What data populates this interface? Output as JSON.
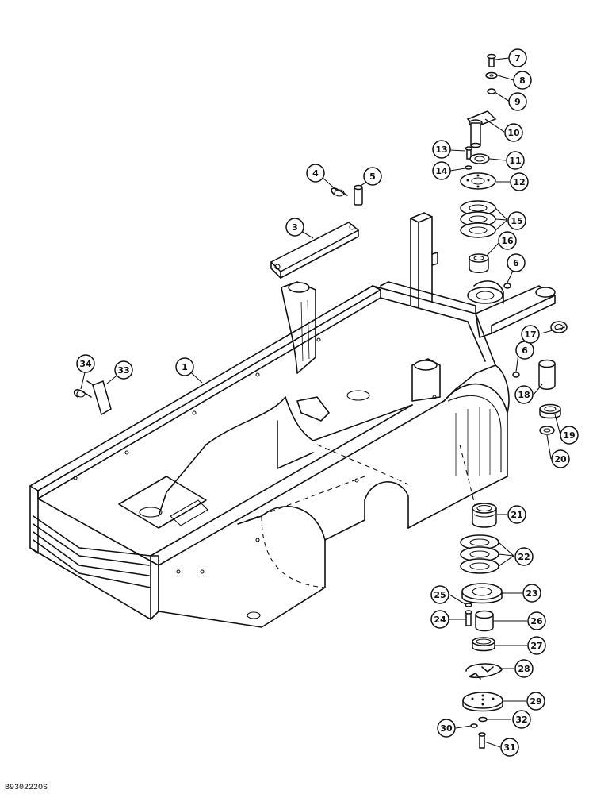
{
  "drawing_code": "B930222OS",
  "callouts": [
    {
      "id": "c1",
      "number": "1"
    },
    {
      "id": "c3",
      "number": "3"
    },
    {
      "id": "c4",
      "number": "4"
    },
    {
      "id": "c5",
      "number": "5"
    },
    {
      "id": "c6a",
      "number": "6"
    },
    {
      "id": "c6b",
      "number": "6"
    },
    {
      "id": "c7",
      "number": "7"
    },
    {
      "id": "c8",
      "number": "8"
    },
    {
      "id": "c9",
      "number": "9"
    },
    {
      "id": "c10",
      "number": "10"
    },
    {
      "id": "c11",
      "number": "11"
    },
    {
      "id": "c12",
      "number": "12"
    },
    {
      "id": "c13",
      "number": "13"
    },
    {
      "id": "c14",
      "number": "14"
    },
    {
      "id": "c15",
      "number": "15"
    },
    {
      "id": "c16",
      "number": "16"
    },
    {
      "id": "c17",
      "number": "17"
    },
    {
      "id": "c18",
      "number": "18"
    },
    {
      "id": "c19",
      "number": "19"
    },
    {
      "id": "c20",
      "number": "20"
    },
    {
      "id": "c21",
      "number": "21"
    },
    {
      "id": "c22",
      "number": "22"
    },
    {
      "id": "c23",
      "number": "23"
    },
    {
      "id": "c24",
      "number": "24"
    },
    {
      "id": "c25",
      "number": "25"
    },
    {
      "id": "c26",
      "number": "26"
    },
    {
      "id": "c27",
      "number": "27"
    },
    {
      "id": "c28",
      "number": "28"
    },
    {
      "id": "c29",
      "number": "29"
    },
    {
      "id": "c30",
      "number": "30"
    },
    {
      "id": "c31",
      "number": "31"
    },
    {
      "id": "c32",
      "number": "32"
    },
    {
      "id": "c33",
      "number": "33"
    },
    {
      "id": "c34",
      "number": "34"
    }
  ]
}
